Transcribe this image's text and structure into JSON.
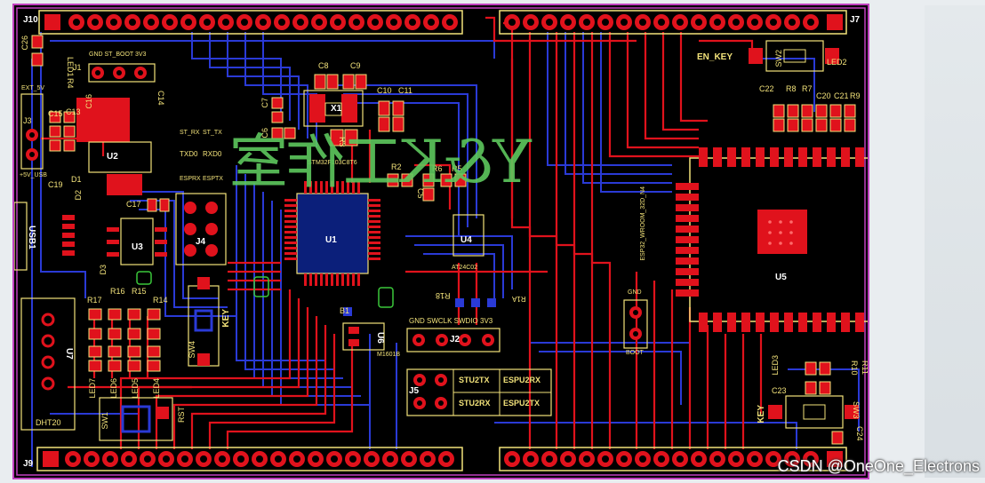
{
  "colors": {
    "background": "#000000",
    "top_copper": "#e0121c",
    "bottom_copper": "#2a3ad6",
    "silkscreen": "#f2e27a",
    "outline": "#c040c0",
    "watermark": "#5ec85e"
  },
  "headers": {
    "j10": "J10",
    "j7": "J7",
    "j9": "J9"
  },
  "components": {
    "c26": "C26",
    "led1": "LED1",
    "j1": "J1",
    "boot_pins": "GND ST_BOOT 3V3",
    "c16": "C16",
    "c14": "C14",
    "ext_5v": "EXT_5V",
    "r4": "R4",
    "j3": "J3",
    "c15": "C15",
    "c13": "C13",
    "u2": "U2",
    "usb_5v": "+5V_USB",
    "c19": "C19",
    "d1": "D1",
    "d2": "D2",
    "usb1": "USB1",
    "c17": "C17",
    "u3": "U3",
    "d3": "D3",
    "r16": "R16",
    "r15": "R15",
    "r17": "R17",
    "r14": "R14",
    "u7": "U7",
    "led7": "LED7",
    "led6": "LED6",
    "led5": "LED5",
    "led4": "LED4",
    "dht20": "DHT20",
    "sw1": "SW1",
    "rst": "RST",
    "c8": "C8",
    "c9": "C9",
    "c10": "C10",
    "c11": "C11",
    "x1": "X1",
    "c7": "C7",
    "c6": "C6",
    "r3": "R3",
    "st_rx": "ST_RX",
    "st_tx": "ST_TX",
    "txd0": "TXD0",
    "rxd0": "RXD0",
    "esprx": "ESPRX",
    "esptx": "ESPTX",
    "stm32": "STM32F103C8T6",
    "j4": "J4",
    "u1": "U1",
    "r2": "R2",
    "r6": "R6",
    "r5": "R5",
    "c5": "C5",
    "u4": "U4",
    "at24": "AT24C02",
    "r18": "R18",
    "r1a": "R1A",
    "sw4": "SW4",
    "key": "KEY",
    "b1": "B1",
    "u6": "U6",
    "m1601b": "M1601B",
    "j2_pins": "GND SWCLK SWDIO 3V3",
    "j2": "J2",
    "j5": "J5",
    "stu2tx": "STU2TX",
    "espu2rx": "ESPU2RX",
    "stu2rx": "STU2RX",
    "espu2tx": "ESPU2TX",
    "en_key": "EN_KEY",
    "sw2": "SW2",
    "led2": "LED2",
    "c22": "C22",
    "r8": "R8",
    "r7": "R7",
    "c20": "C20",
    "c21": "C21",
    "r9": "R9",
    "esp32": "ESP32_WROOM_32D_N4",
    "u5": "U5",
    "gnd": "GND",
    "boot": "BOOT",
    "led3": "LED3",
    "r10": "R10",
    "r11": "R11",
    "c23": "C23",
    "key2": "KEY",
    "sw3": "SW3",
    "c24": "C24"
  },
  "watermark": "Y&K工作室",
  "credit": "CSDN @OneOne_Electrons"
}
